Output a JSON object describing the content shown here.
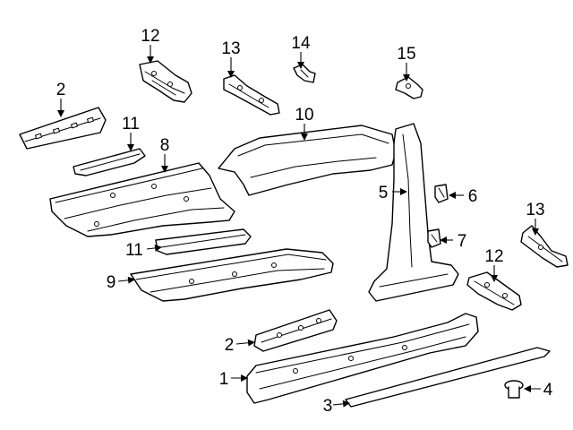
{
  "callouts": {
    "c1": "1",
    "c2a": "2",
    "c2b": "2",
    "c3": "3",
    "c4": "4",
    "c5": "5",
    "c6": "6",
    "c7": "7",
    "c8": "8",
    "c9": "9",
    "c10": "10",
    "c11a": "11",
    "c11b": "11",
    "c12a": "12",
    "c12b": "12",
    "c13a": "13",
    "c13b": "13",
    "c14": "14",
    "c15": "15"
  },
  "colors": {
    "line": "#000000",
    "background": "#ffffff"
  }
}
